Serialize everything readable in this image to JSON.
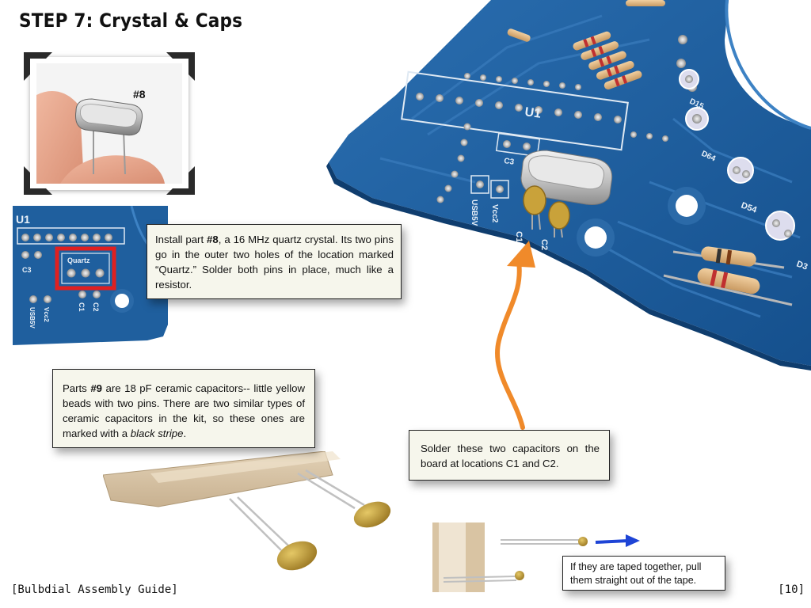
{
  "page": {
    "title": "STEP 7: Crystal & Caps",
    "footer_left": "[Bulbdial Assembly Guide]",
    "footer_right": "[10]"
  },
  "thumbnail": {
    "part_label": "#8"
  },
  "pcb_inset": {
    "labels": [
      "U1",
      "C3",
      "Quartz",
      "USB5V",
      "Vcc2",
      "C1",
      "C2"
    ]
  },
  "main_board": {
    "labels": [
      "U1",
      "C3",
      "USB5V",
      "Vcc2",
      "C1",
      "C2",
      "D54",
      "D3",
      "D64",
      "D15"
    ]
  },
  "callouts": {
    "crystal": {
      "t1": "Install part ",
      "b1": "#8",
      "t2": ", a 16 MHz quartz crystal.  Its two pins go in the outer two holes of the location marked “Quartz.”  Solder both pins in place, much like a resistor."
    },
    "capacitors": {
      "t1": "Parts ",
      "b1": "#9",
      "t2": " are 18 pF ceramic capacitors-- little yellow beads with two pins.  There are two similar types of ceramic capacitors in the kit, so these ones are marked with a ",
      "i1": "black stripe",
      "t3": "."
    },
    "solder": {
      "text": "Solder these two capacitors on the board at locations C1 and C2."
    },
    "tape": {
      "text": "If they are taped together, pull them straight out of the tape."
    }
  },
  "colors": {
    "pcb_blue": "#1f5f9e",
    "pcb_dark": "#134a80",
    "silkscreen": "#e8f0f8",
    "arrow_orange": "#f08a2a",
    "arrow_blue": "#1e44d6",
    "cap_yellow": "#c9a23a",
    "crystal_silver": "#c8c8c8",
    "highlight_red": "#e02020",
    "callout_bg": "#f6f6ec"
  }
}
